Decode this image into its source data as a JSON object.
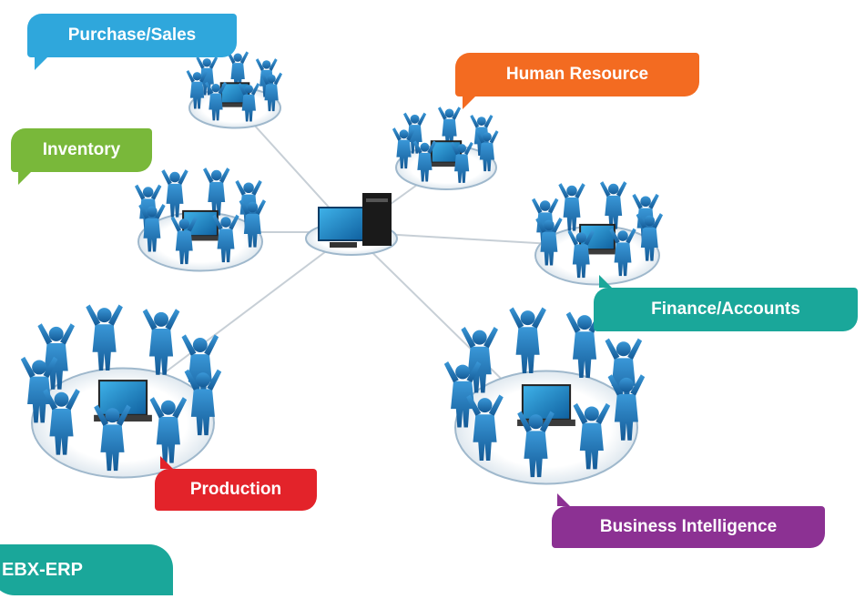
{
  "modules": {
    "purchase_sales": {
      "label": "Purchase/Sales",
      "color": "#2fa7dc"
    },
    "human_resource": {
      "label": "Human Resource",
      "color": "#f36b21"
    },
    "inventory": {
      "label": "Inventory",
      "color": "#79b83a"
    },
    "finance": {
      "label": "Finance/Accounts",
      "color": "#1aa79a"
    },
    "production": {
      "label": "Production",
      "color": "#e3232a"
    },
    "business_intel": {
      "label": "Business Intelligence",
      "color": "#8c3193"
    }
  },
  "product": {
    "label": "EBX-ERP",
    "color": "#1aa79a"
  },
  "icons": {
    "hub": "server-computer-icon",
    "group": "people-circle-icon"
  },
  "palette": {
    "figure": "#1f7bbf",
    "line": "#c7cfd6",
    "ring": "#9fb8cc"
  }
}
